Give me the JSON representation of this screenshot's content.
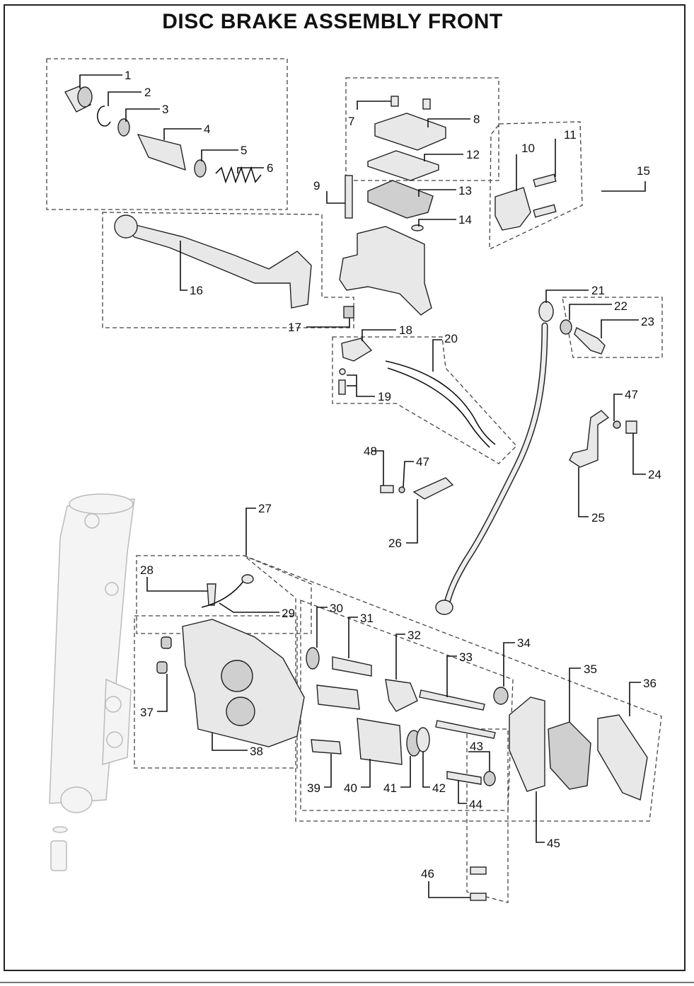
{
  "title": "DISC BRAKE ASSEMBLY FRONT",
  "labels": [
    "1",
    "2",
    "3",
    "4",
    "5",
    "6",
    "7",
    "8",
    "9",
    "10",
    "11",
    "12",
    "13",
    "14",
    "15",
    "16",
    "17",
    "18",
    "19",
    "20",
    "21",
    "22",
    "23",
    "24",
    "25",
    "26",
    "27",
    "28",
    "29",
    "30",
    "31",
    "32",
    "33",
    "34",
    "35",
    "36",
    "37",
    "38",
    "39",
    "40",
    "41",
    "42",
    "43",
    "44",
    "45",
    "46",
    "47",
    "47",
    "48"
  ]
}
